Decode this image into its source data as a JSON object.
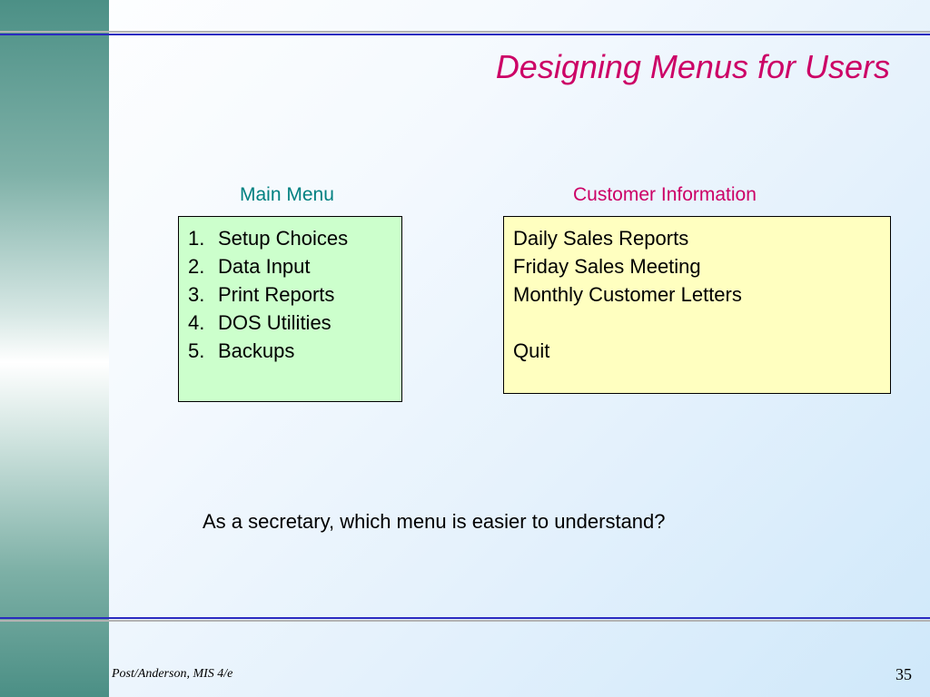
{
  "slide": {
    "title": "Designing Menus for Users",
    "main_menu": {
      "label": "Main Menu",
      "items": [
        {
          "num": "1.",
          "text": "Setup Choices"
        },
        {
          "num": "2.",
          "text": "Data Input"
        },
        {
          "num": "3.",
          "text": "Print Reports"
        },
        {
          "num": "4.",
          "text": "DOS Utilities"
        },
        {
          "num": "5.",
          "text": "Backups"
        }
      ]
    },
    "customer_menu": {
      "label": "Customer Information",
      "items": [
        "Daily Sales Reports",
        "Friday Sales Meeting",
        "Monthly Customer Letters",
        "",
        "Quit"
      ]
    },
    "question": "As a secretary, which menu is easier to understand?",
    "footer": {
      "source": "Post/Anderson, MIS 4/e",
      "page_number": "35"
    }
  },
  "colors": {
    "title": "#cc0066",
    "main_label": "#008080",
    "customer_label": "#cc0066",
    "main_box_bg": "#ccffcc",
    "customer_box_bg": "#ffffc0",
    "rule_blue": "#2a2ac0"
  }
}
